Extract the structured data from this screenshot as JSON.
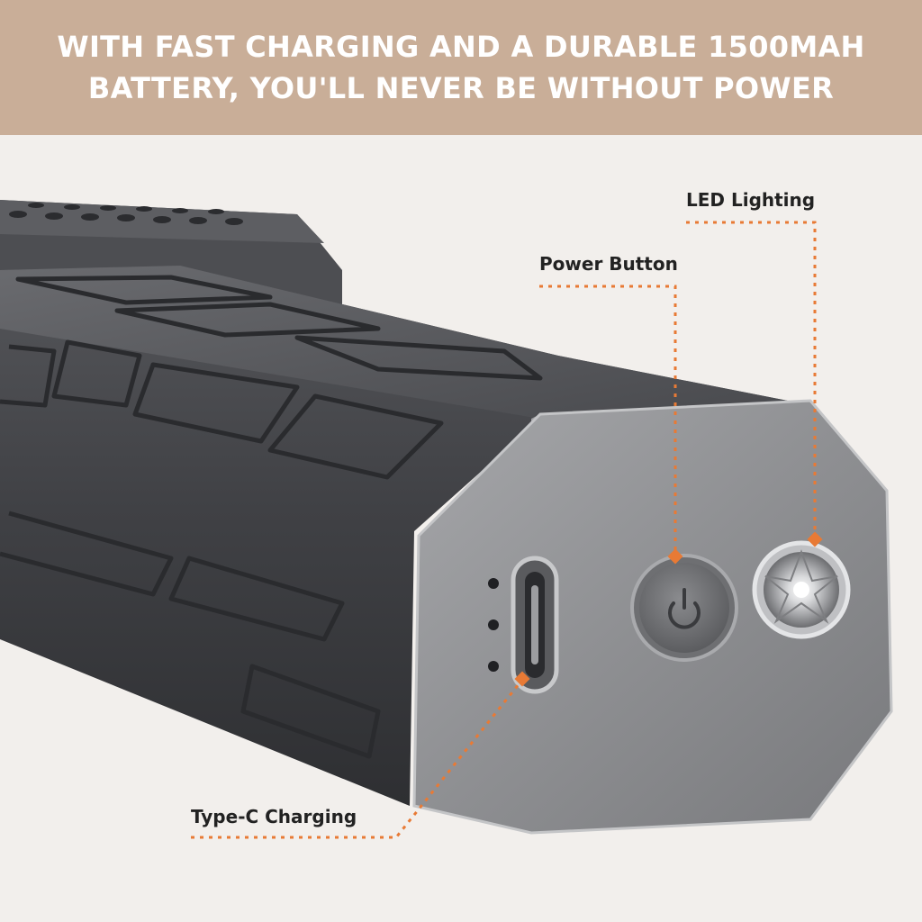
{
  "banner": {
    "line1": "WITH FAST CHARGING AND A DURABLE 1500MAH",
    "line2": "BATTERY, YOU'LL NEVER BE WITHOUT POWER"
  },
  "callouts": {
    "led": "LED Lighting",
    "power": "Power Button",
    "typec": "Type-C Charging"
  },
  "colors": {
    "banner_bg": "#c9ae98",
    "page_bg": "#f2efec",
    "accent_orange": "#e87a35",
    "body_dark": "#3f4044",
    "end_cap": "#8e8f92"
  }
}
